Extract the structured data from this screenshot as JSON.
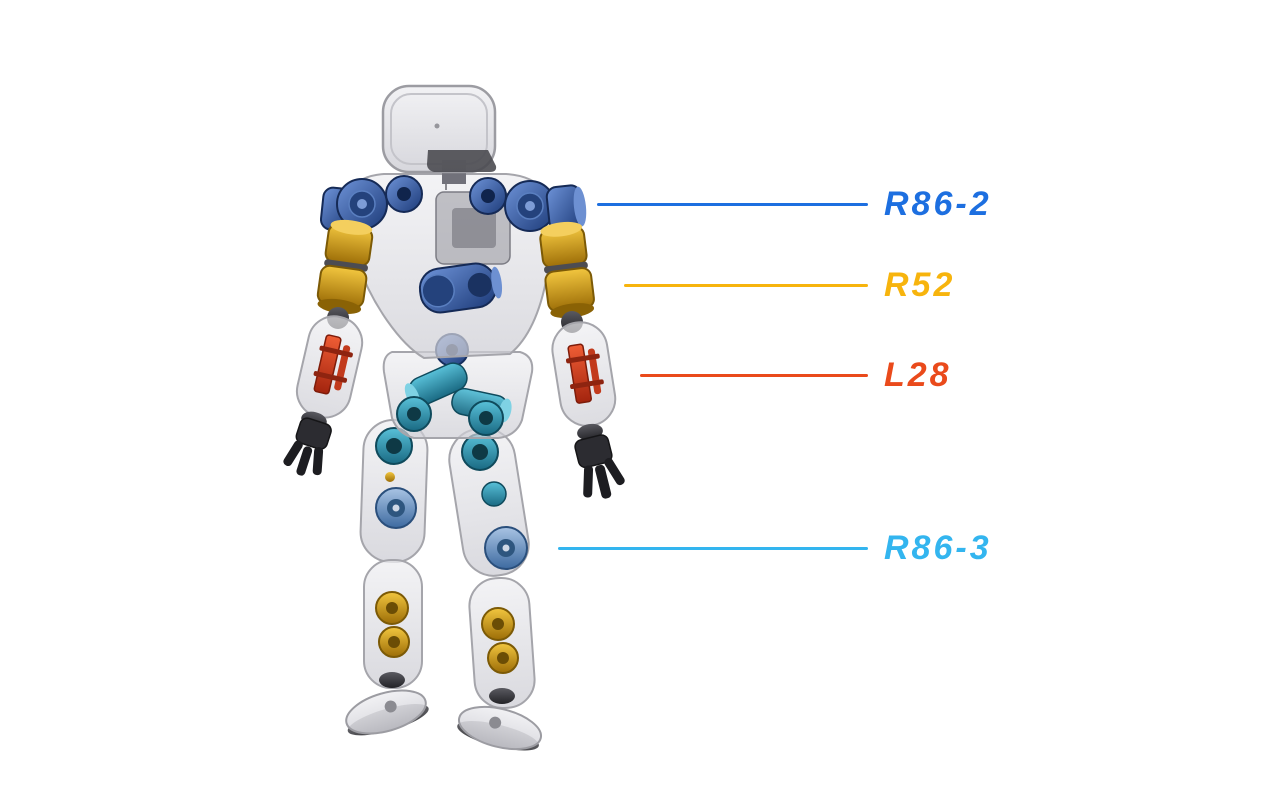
{
  "figure": {
    "background": "#ffffff"
  },
  "annotations": [
    {
      "label": "R86-2",
      "color": "#1d6fe0"
    },
    {
      "label": "R52",
      "color": "#f7b40d"
    },
    {
      "label": "L28",
      "color": "#ea4a1b"
    },
    {
      "label": "R86-3",
      "color": "#33b5ef"
    }
  ],
  "robot": {
    "actuator_colors": {
      "shoulder_torso": "#2e55a5",
      "upper_arm": "#c8940f",
      "forearm_linear": "#cc3a20",
      "hip_pelvis": "#2e8da6",
      "knee": "#4a7fc5",
      "ankle": "#c8940f"
    }
  }
}
